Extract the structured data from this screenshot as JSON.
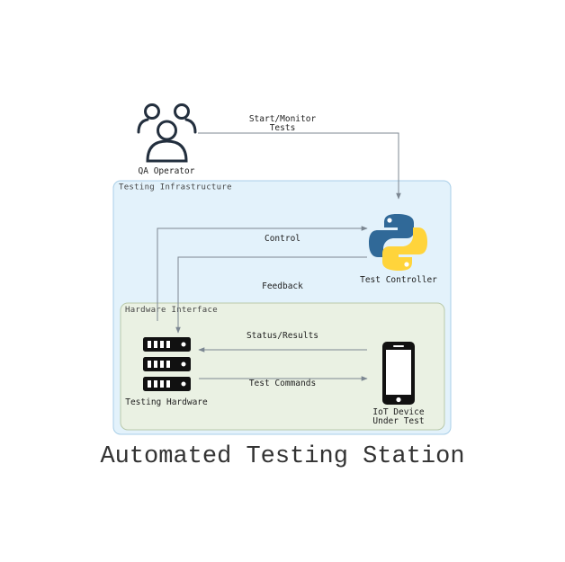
{
  "title": "Automated Testing Station",
  "clusters": {
    "infrastructure": "Testing Infrastructure",
    "hardware": "Hardware Interface"
  },
  "nodes": {
    "operator": "QA Operator",
    "controller": "Test Controller",
    "hardware": "Testing Hardware",
    "device_line1": "IoT Device",
    "device_line2": "Under Test"
  },
  "edges": {
    "start_monitor_line1": "Start/Monitor",
    "start_monitor_line2": "Tests",
    "control": "Control",
    "feedback": "Feedback",
    "status_results": "Status/Results",
    "test_commands": "Test Commands"
  },
  "icons": {
    "operator": "users-icon",
    "controller": "python-logo-icon",
    "hardware": "server-rack-icon",
    "device": "smartphone-icon"
  },
  "colors": {
    "infrastructure_fill": "#e3f2fb",
    "infrastructure_stroke": "#a9cfe8",
    "hardware_fill": "#eaf1e3",
    "hardware_stroke": "#b9c9aa",
    "edge": "#7c8792",
    "python_blue": "#306998",
    "python_yellow": "#ffd43b",
    "icon_dark": "#232f3e"
  }
}
